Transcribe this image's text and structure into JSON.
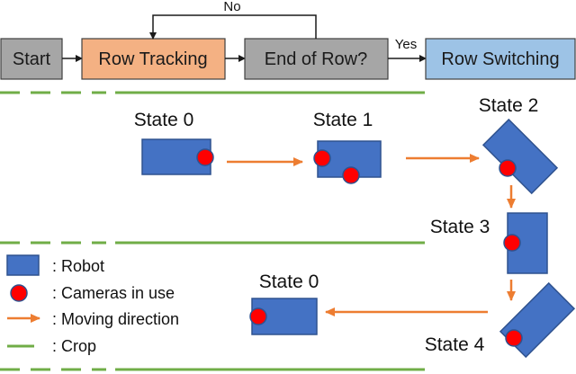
{
  "flowchart": {
    "start": "Start",
    "row_tracking": "Row Tracking",
    "end_of_row": "End of Row?",
    "row_switching": "Row Switching",
    "loop_no": "No",
    "branch_yes": "Yes"
  },
  "states": {
    "s0_top": "State 0",
    "s1": "State 1",
    "s2": "State 2",
    "s3": "State 3",
    "s4": "State 4",
    "s0_bottom": "State 0"
  },
  "legend": {
    "robot": ": Robot",
    "cameras": ": Cameras in use",
    "moving": ": Moving direction",
    "crop": ": Crop"
  },
  "colors": {
    "robot_fill": "#4472c4",
    "robot_stroke": "#2f528f",
    "camera": "#ff0000",
    "arrow": "#ed7d31",
    "crop": "#70ad47",
    "start_fill": "#a6a6a6",
    "row_tracking_fill": "#f4b183",
    "end_of_row_fill": "#a6a6a6",
    "row_switching_fill": "#9dc3e6"
  }
}
